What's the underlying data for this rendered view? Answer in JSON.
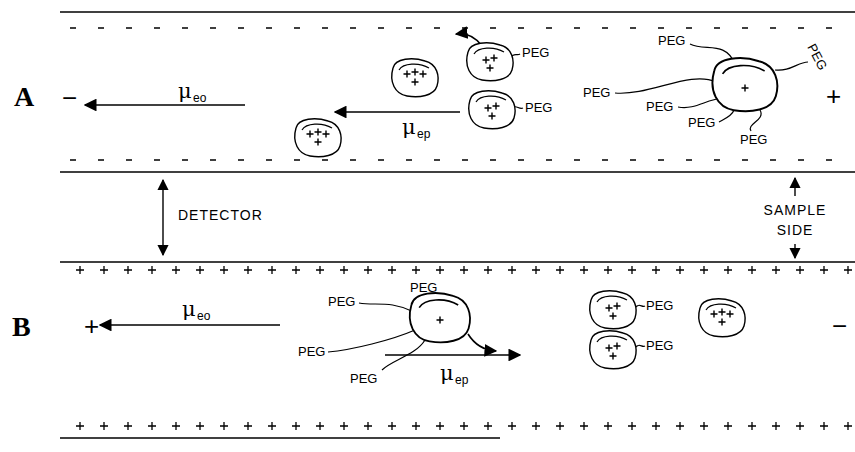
{
  "diagram": {
    "labels": [
      "A",
      "−",
      "μ",
      "eo",
      "μ",
      "ep",
      "PEG",
      "PEG",
      "PEG",
      "PEG",
      "PEG",
      "PEG",
      "PEG",
      "PEG",
      "+",
      "DETECTOR",
      "SAMPLE SIDE",
      "B",
      "+",
      "μ",
      "eo",
      "μ",
      "ep",
      "PEG",
      "PEG",
      "PEG",
      "PEG",
      "PEG",
      "PEG",
      "−"
    ]
  }
}
